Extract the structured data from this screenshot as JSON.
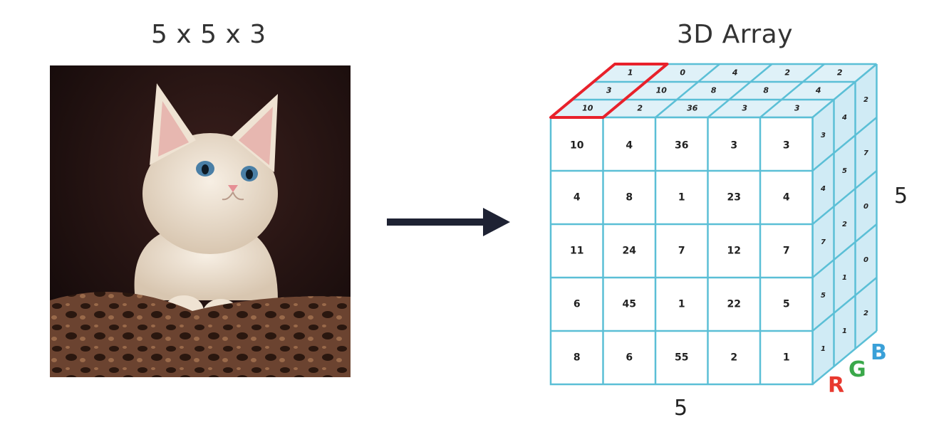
{
  "left_title": "5 x 5 x 3",
  "right_title": "3D Array",
  "photo_subject": "kitten",
  "dimension_labels": {
    "height": "5",
    "width": "5"
  },
  "channels": [
    {
      "label": "R",
      "color": "#e8392f"
    },
    {
      "label": "G",
      "color": "#3aa84a"
    },
    {
      "label": "B",
      "color": "#3aa0d8"
    }
  ],
  "colors": {
    "grid_line": "#5bbfd6",
    "top_face": "#dff1f8",
    "side_face": "#d0ebf5",
    "highlight": "#e8212b",
    "arrow": "#1e2233"
  },
  "front_grid": [
    [
      "10",
      "4",
      "36",
      "3",
      "3"
    ],
    [
      "4",
      "8",
      "1",
      "23",
      "4"
    ],
    [
      "11",
      "24",
      "7",
      "12",
      "7"
    ],
    [
      "6",
      "45",
      "1",
      "22",
      "5"
    ],
    [
      "8",
      "6",
      "55",
      "2",
      "1"
    ]
  ],
  "top_face_rows": [
    [
      "1",
      "0",
      "4",
      "2",
      "2"
    ],
    [
      "3",
      "10",
      "8",
      "8",
      "4"
    ],
    [
      "10",
      "2",
      "36",
      "3",
      "3"
    ]
  ],
  "side_face_cols": [
    [
      "3",
      "4",
      "7",
      "5",
      "1"
    ],
    [
      "4",
      "5",
      "2",
      "1",
      "1"
    ],
    [
      "2",
      "7",
      "0",
      "0",
      "2"
    ]
  ]
}
